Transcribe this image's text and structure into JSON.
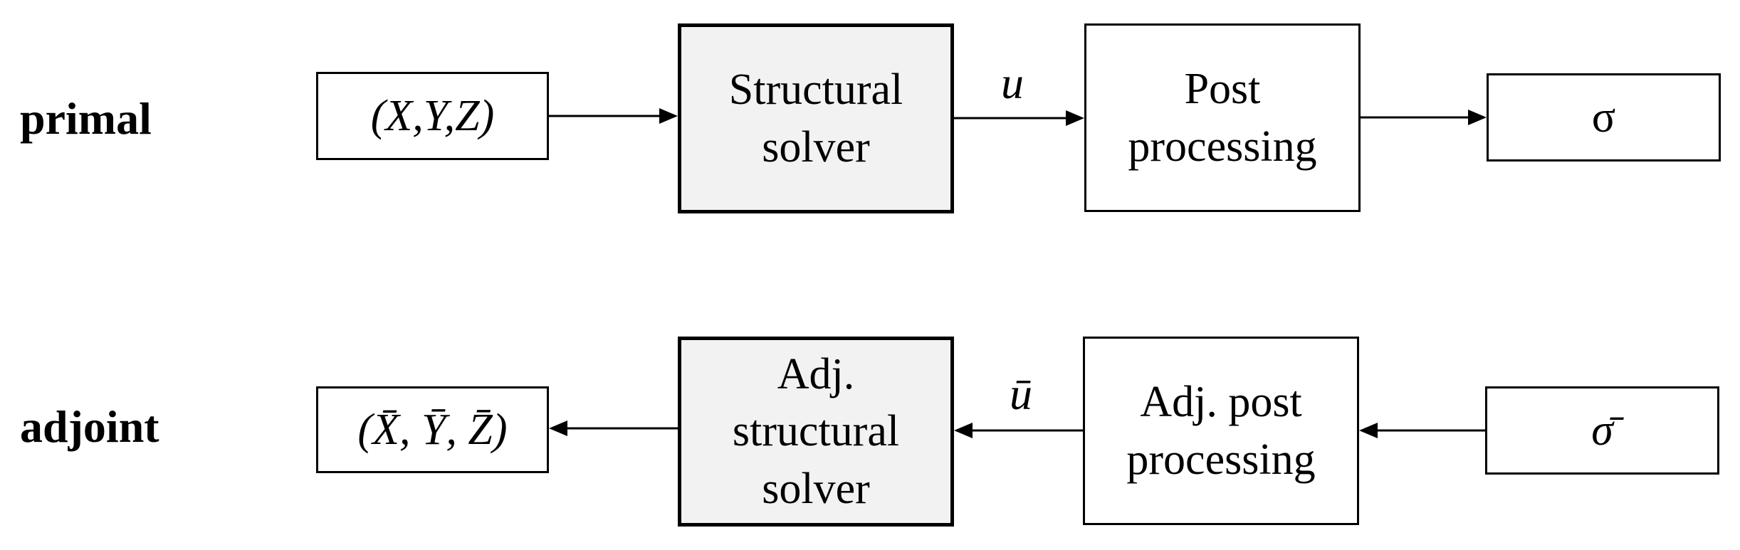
{
  "primal": {
    "row_label": "primal",
    "input": "(X,Y,Z)",
    "solver_line1": "Structural",
    "solver_line2": "solver",
    "edge_label": "u",
    "post_line1": "Post",
    "post_line2": "processing",
    "output": "σ"
  },
  "adjoint": {
    "row_label": "adjoint",
    "output": "(X̄, Ȳ, Z̄)",
    "solver_line1": "Adj.",
    "solver_line2": "structural",
    "solver_line3": "solver",
    "edge_label": "ū",
    "post_line1": "Adj. post",
    "post_line2": "processing",
    "input": "σ̄"
  }
}
